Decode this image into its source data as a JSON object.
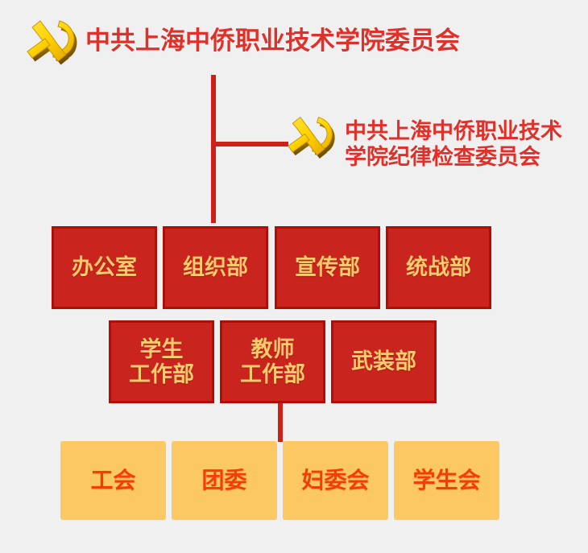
{
  "page": {
    "background_color": "#f0f0f0",
    "title_color": "#e0302a",
    "box_red_fill": "#c9241d",
    "box_red_border": "#b00f08",
    "box_red_text": "#fccb6e",
    "box_gold_fill": "#fcc864",
    "box_gold_text": "#f53d08",
    "connector_color": "#cc2018"
  },
  "header": {
    "emblem_icon": "party-emblem-hammer-sickle-icon",
    "main_title": "中共上海中侨职业技术学院委员会",
    "discipline_emblem_icon": "party-emblem-hammer-sickle-icon",
    "discipline_title": "中共上海中侨职业技术\n学院纪律检查委员会"
  },
  "departments": {
    "row1": [
      {
        "label": "办公室"
      },
      {
        "label": "组织部"
      },
      {
        "label": "宣传部"
      },
      {
        "label": "统战部"
      }
    ],
    "row2": [
      {
        "label": "学生\n工作部"
      },
      {
        "label": "教师\n工作部"
      },
      {
        "label": "武装部"
      }
    ],
    "row3": [
      {
        "label": "工会"
      },
      {
        "label": "团委"
      },
      {
        "label": "妇委会"
      },
      {
        "label": "学生会"
      }
    ]
  }
}
